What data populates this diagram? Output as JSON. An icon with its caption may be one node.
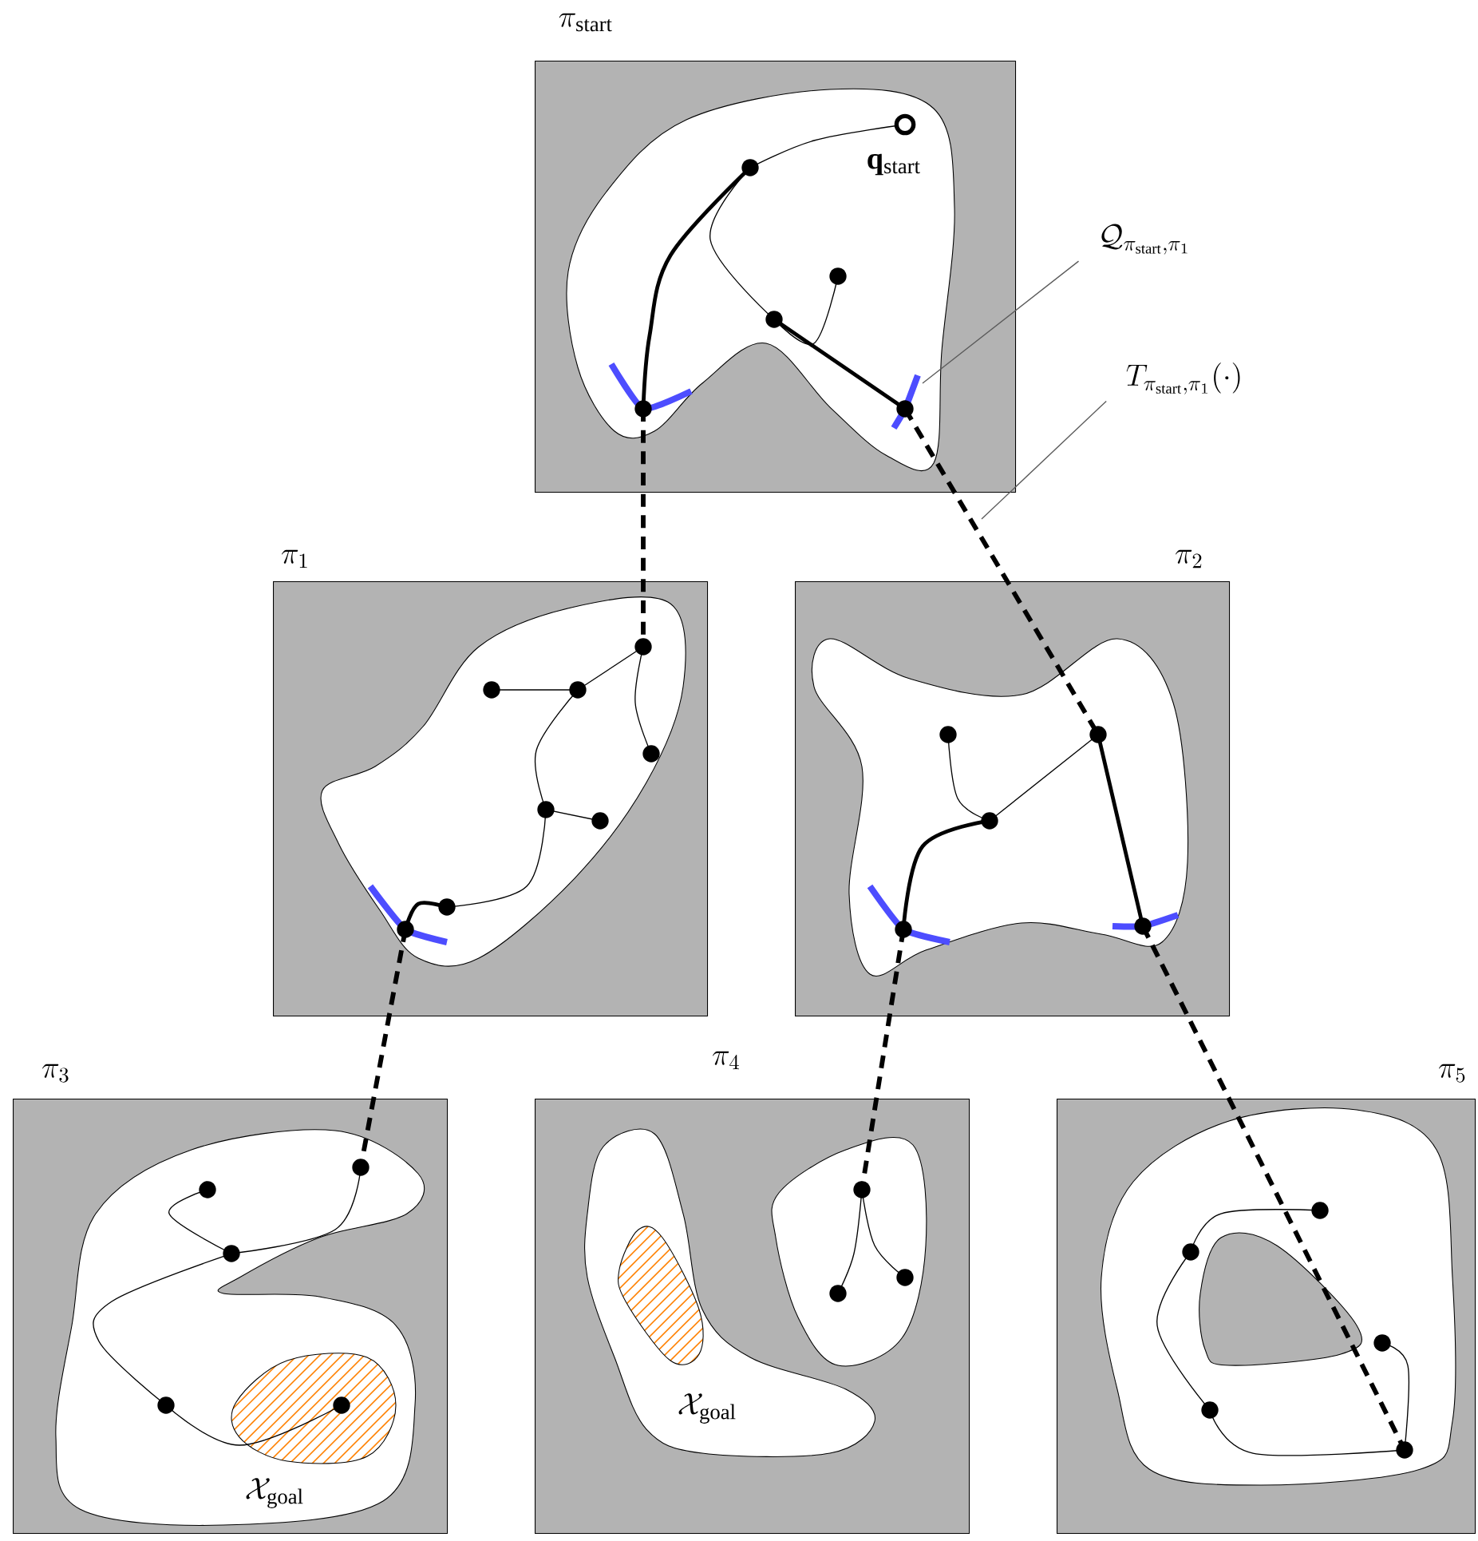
{
  "diagram": {
    "nodes": [
      {
        "text": [
          "\\pi_{\\mathrm{start}}",
          "\\mathbf{q}_{\\mathrm{start}}"
        ]
      },
      {
        "text": [
          "\\pi_1"
        ]
      },
      {
        "text": [
          "\\pi_2"
        ]
      },
      {
        "text": [
          "\\pi_3",
          "\\mathcal{X}_{\\mathrm{goal}}"
        ]
      },
      {
        "text": [
          "\\pi_4",
          "\\mathcal{X}_{\\mathrm{goal}}"
        ]
      },
      {
        "text": [
          "\\pi_5"
        ]
      },
      {
        "text": [
          "\\mathcal{Q}_{\\pi_{\\mathrm{start}},\\pi_1}"
        ]
      },
      {
        "text": [
          "T_{\\pi_{\\mathrm{start}},\\pi_1}(\\cdot)"
        ]
      }
    ],
    "edges": [
      {
        "from": 0,
        "to": 1,
        "arrow": "none",
        "style": "dashed"
      },
      {
        "from": 0,
        "to": 2,
        "arrow": "none",
        "style": "dashed"
      },
      {
        "from": 1,
        "to": 3,
        "arrow": "none",
        "style": "dashed"
      },
      {
        "from": 2,
        "to": 4,
        "arrow": "none",
        "style": "dashed"
      },
      {
        "from": 2,
        "to": 5,
        "arrow": "none",
        "style": "dashed"
      },
      {
        "from": 6,
        "to": 0,
        "arrow": "none"
      },
      {
        "from": 7,
        "to": null,
        "arrow": "none"
      }
    ]
  }
}
